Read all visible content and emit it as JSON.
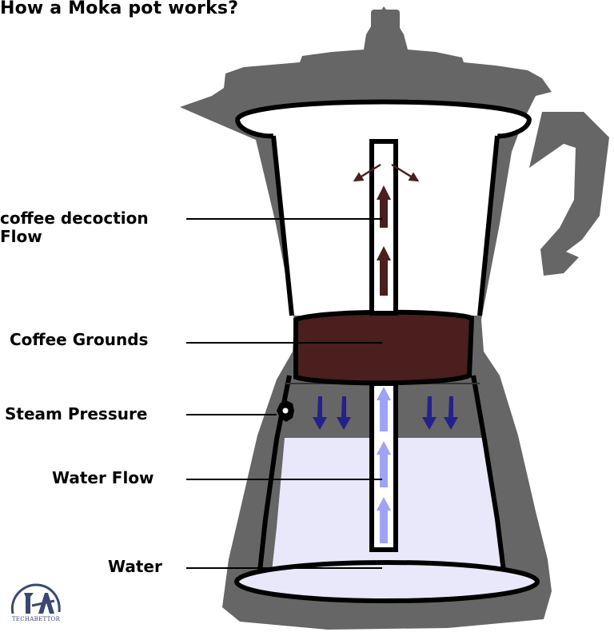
{
  "title": "How a Moka pot works?",
  "labels": {
    "decoction_line1": "coffee decoction",
    "decoction_line2": "Flow",
    "grounds": "Coffee Grounds",
    "steam": "Steam Pressure",
    "water_flow": "Water Flow",
    "water": "Water"
  },
  "logo": {
    "name": "techabettor-logo",
    "text": "TECHABETTOR"
  },
  "colors": {
    "pot_body": "#666666",
    "outline": "#000000",
    "coffee_grounds": "#4a1f1e",
    "coffee_flow_arrow": "#4a1f1e",
    "water": "#e8e8fa",
    "water_flow_arrow": "#9fa3f5",
    "steam_arrow": "#24218c",
    "leader_line": "#000000"
  }
}
